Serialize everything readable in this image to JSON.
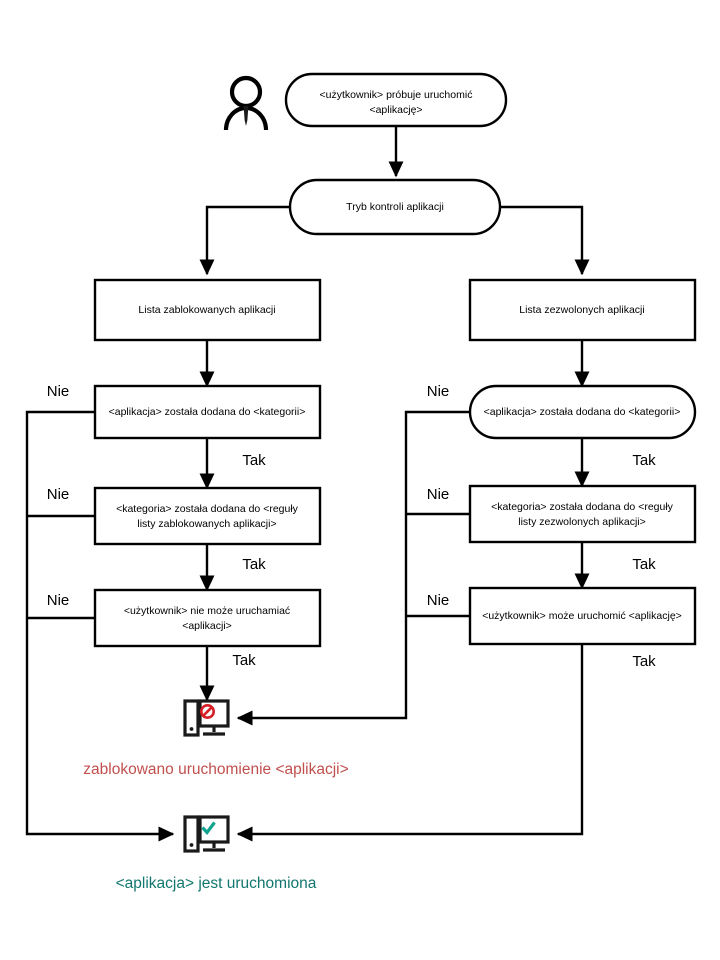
{
  "diagram": {
    "title": "Application Control mode decision flow",
    "language": "pl",
    "colors": {
      "line": "#000000",
      "blocked_text": "#c0504d",
      "allowed_text": "#12776e",
      "deny_icon": "#d81f26",
      "check_icon": "#12a38f"
    }
  },
  "actor": {
    "name": "user-actor-icon",
    "label": ""
  },
  "nodes": {
    "start": {
      "shape": "stadium",
      "line1": "<użytkownik> próbuje uruchomić",
      "line2": "<aplikację>"
    },
    "mode": {
      "shape": "stadium",
      "line1": "Tryb kontroli aplikacji"
    },
    "left_list": {
      "shape": "rect",
      "line1": "Lista zablokowanych aplikacji"
    },
    "right_list": {
      "shape": "rect",
      "line1": "Lista zezwolonych aplikacji"
    },
    "left_app_category": {
      "shape": "rect",
      "line1": "<aplikacja> została dodana do <kategorii>"
    },
    "right_app_category": {
      "shape": "stadium",
      "line1": "<aplikacja> została dodana do <kategorii>"
    },
    "left_category_rule": {
      "shape": "rect",
      "line1": "<kategoria> została dodana do <reguły",
      "line2": "listy zablokowanych aplikacji>"
    },
    "right_category_rule": {
      "shape": "rect",
      "line1": "<kategoria> została dodana do <reguły",
      "line2": "listy zezwolonych aplikacji>"
    },
    "left_user_rule": {
      "shape": "rect",
      "line1": "<użytkownik> nie może uruchamiać",
      "line2": "<aplikacji>"
    },
    "right_user_rule": {
      "shape": "rect",
      "line1": "<użytkownik> może uruchomić <aplikację>"
    }
  },
  "edge_labels": {
    "yes": "Tak",
    "no": "Nie",
    "left_no_1": "Nie",
    "left_no_2": "Nie",
    "left_no_3": "Nie",
    "left_yes_1": "Tak",
    "left_yes_2": "Tak",
    "left_yes_3": "Tak",
    "right_no_1": "Nie",
    "right_no_2": "Nie",
    "right_no_3": "Nie",
    "right_yes_1": "Tak",
    "right_yes_2": "Tak",
    "right_yes_3": "Tak"
  },
  "outcomes": {
    "blocked": {
      "icon": "computer-blocked-icon",
      "caption": "zablokowano uruchomienie <aplikacji>"
    },
    "allowed": {
      "icon": "computer-allowed-icon",
      "caption": "<aplikacja> jest uruchomiona"
    }
  }
}
